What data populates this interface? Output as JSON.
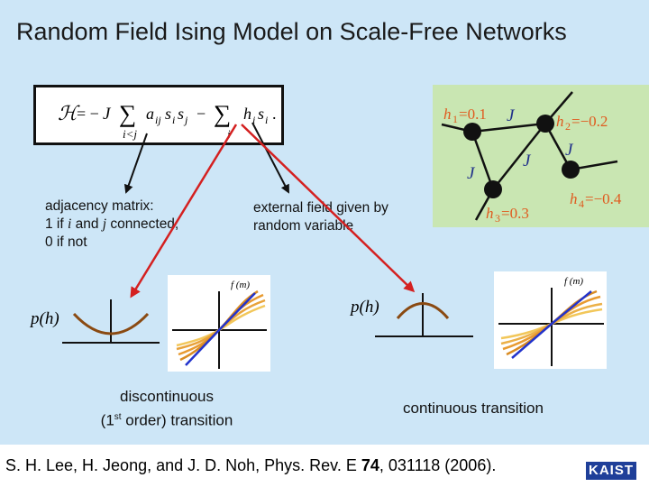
{
  "title": "Random Field Ising Model on Scale-Free Networks",
  "hamiltonian": {
    "lhs": "ℋ",
    "eq": "= −",
    "J": "J",
    "sum": "∑",
    "term1": "a",
    "term1_sub": "ij",
    "s_i": "s",
    "s_i_sub": "i",
    "s_j": "s",
    "s_j_sub": "j",
    "minus": "−",
    "term2": "h",
    "term2_sub": "i",
    "s2": "s",
    "s2_sub": "i",
    "dot": ".",
    "sum1_under": "i<j",
    "sum2_under": "i"
  },
  "adjacency": {
    "line1": "adjacency matrix:",
    "line2_a": "1 if ",
    "line2_i": "i",
    "line2_b": " and ",
    "line2_j": "j",
    "line2_c": " connected,",
    "line3": "0 if not"
  },
  "external": {
    "line1": "external field given by",
    "line2": "random variable"
  },
  "network": {
    "h1": "h",
    "h1_sub": "1",
    "h1_val": "=0.1",
    "h2": "h",
    "h2_sub": "2",
    "h2_val": "=−0.2",
    "h3": "h",
    "h3_sub": "3",
    "h3_val": "=0.3",
    "h4": "h",
    "h4_sub": "4",
    "h4_val": "=−0.4",
    "J_label": "J"
  },
  "ph_label": "p(h)",
  "fm_label": "f (m)",
  "discontinuous": {
    "line1": "discontinuous",
    "line2_a": "(1",
    "line2_sup": "st",
    "line2_b": " order) transition"
  },
  "continuous": "continuous transition",
  "footer": {
    "authors": "S. H. Lee, H. Jeong, and J. D. Noh, Phys. Rev. E ",
    "volume": "74",
    "rest": ", 031118 (2006)."
  },
  "logo": "KAIST",
  "colors": {
    "background": "#cde6f7",
    "graph_panel": "#c9e6b2",
    "network_label": "#e05a1e",
    "arrow_red": "#d42020",
    "curve_brown": "#8a4a12",
    "plot_blue": "#2233cc",
    "plot_orange": "#e89a30",
    "logo_blue": "#1f3f99"
  }
}
